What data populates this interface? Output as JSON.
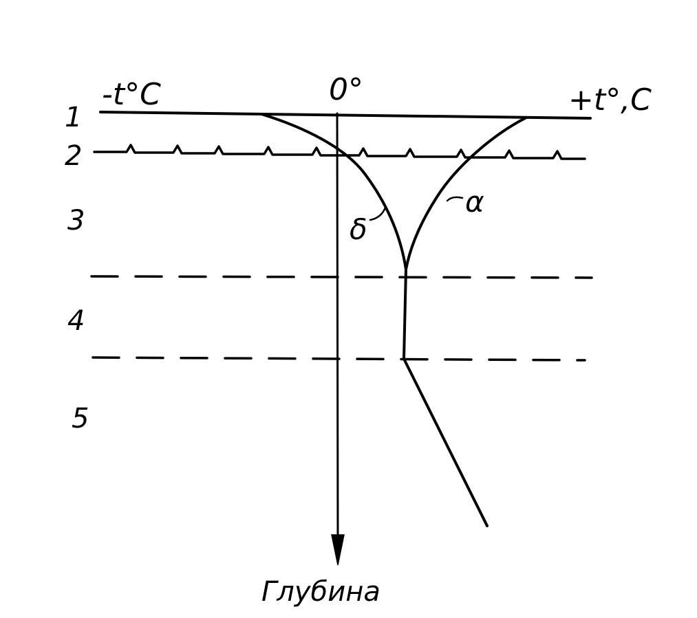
{
  "diagram": {
    "axis_labels": {
      "neg_temp": "-t°C",
      "zero": "0°",
      "pos_temp": "+t°,C",
      "depth": "Глубина"
    },
    "layers": [
      "1",
      "2",
      "3",
      "4",
      "5"
    ],
    "curves": {
      "a": "α",
      "b": "δ"
    }
  }
}
